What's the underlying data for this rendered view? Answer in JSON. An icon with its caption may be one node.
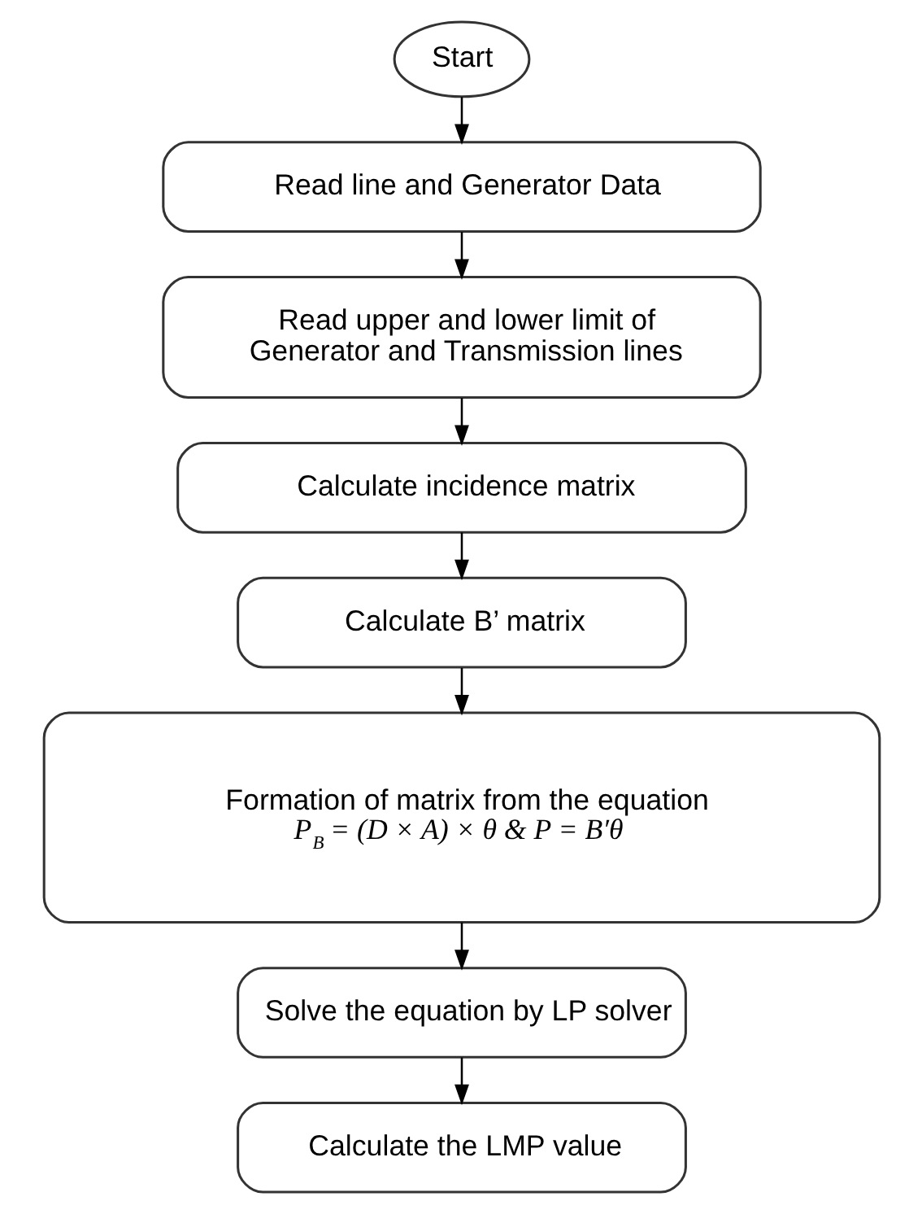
{
  "diagram": {
    "nodes": [
      {
        "text": [
          "Start"
        ]
      },
      {
        "text": [
          "Read line and Generator Data"
        ]
      },
      {
        "text": [
          "Read upper and lower limit of Generator and Transmission lines"
        ]
      },
      {
        "text": [
          "Calculate incidence matrix"
        ]
      },
      {
        "text": [
          "Calculate B’ matrix"
        ]
      },
      {
        "text": [
          "Formation of matrix from the equation",
          "P$_{B}$ = (D × A) × θ & P = B′θ"
        ]
      },
      {
        "text": [
          "Solve the equation by LP solver"
        ]
      },
      {
        "text": [
          "Calculate the LMP value"
        ]
      }
    ],
    "edges": [
      {
        "from": 0,
        "to": 1,
        "arrow": "to"
      },
      {
        "from": 1,
        "to": 2,
        "arrow": "to"
      },
      {
        "from": 2,
        "to": 3,
        "arrow": "to"
      },
      {
        "from": 3,
        "to": 4,
        "arrow": "to"
      },
      {
        "from": 4,
        "to": 5,
        "arrow": "to"
      },
      {
        "from": 5,
        "to": 6,
        "arrow": "to"
      },
      {
        "from": 6,
        "to": 7,
        "arrow": "to"
      }
    ]
  }
}
